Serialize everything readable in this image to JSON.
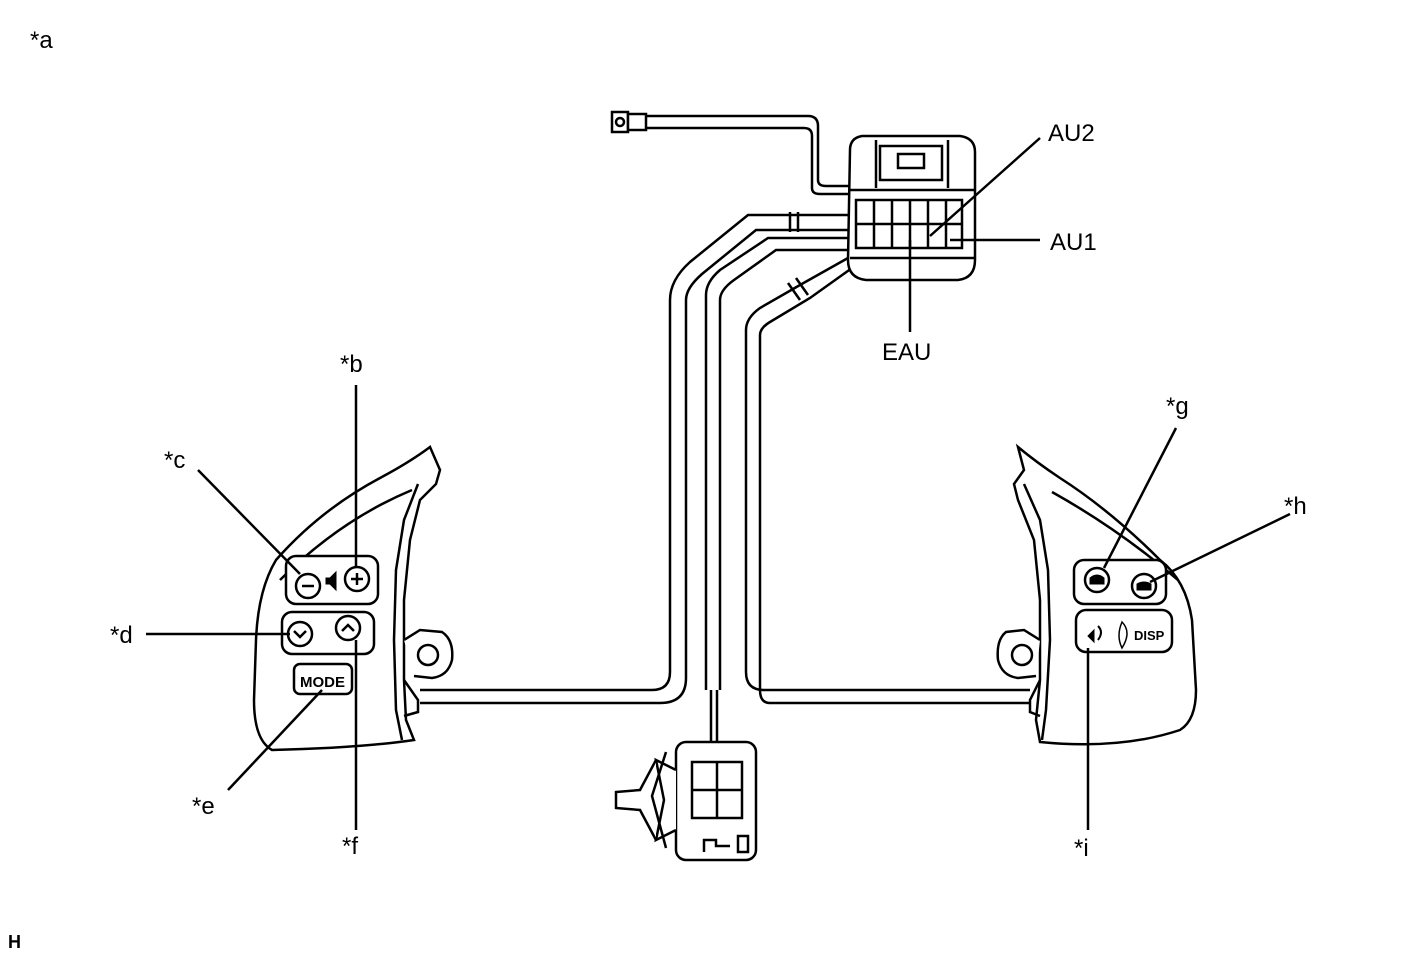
{
  "figure_label": "*a",
  "figure_ref": "H",
  "connectors": {
    "au2": "AU2",
    "au1": "AU1",
    "eau": "EAU"
  },
  "callouts": {
    "b": "*b",
    "c": "*c",
    "d": "*d",
    "e": "*e",
    "f": "*f",
    "g": "*g",
    "h": "*h",
    "i": "*i"
  },
  "buttons": {
    "mode": "MODE",
    "disp": "DISP"
  },
  "colors": {
    "line": "#000000",
    "fill": "#ffffff",
    "shade": "#d8d8d8"
  }
}
